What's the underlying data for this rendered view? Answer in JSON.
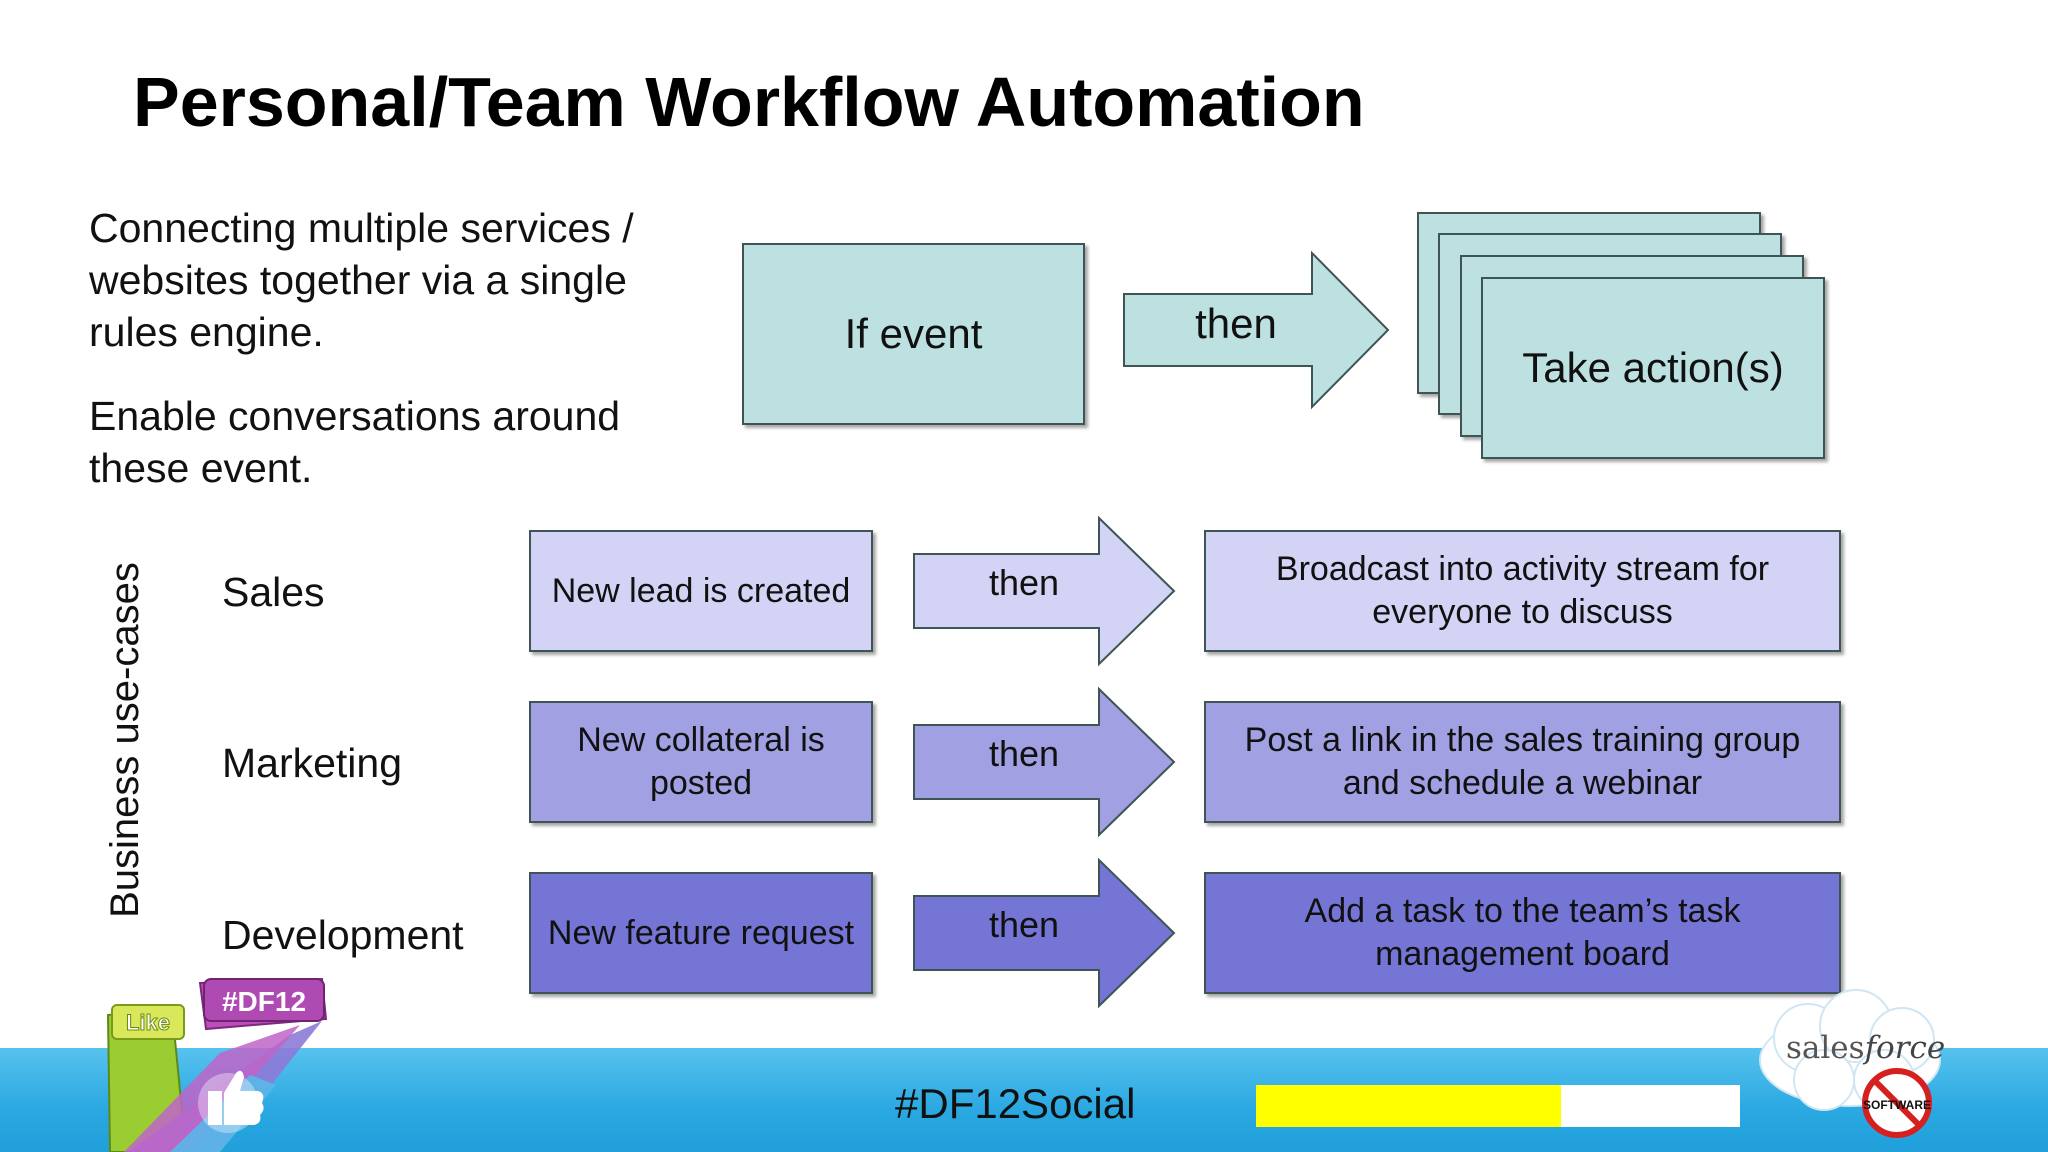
{
  "title": "Personal/Team Workflow Automation",
  "intro": {
    "p1": "Connecting multiple services / websites together via a single rules engine.",
    "p2": "Enable conversations around these event."
  },
  "header_flow": {
    "if_label": "If event",
    "then_label": "then",
    "action_label": "Take action(s)"
  },
  "usecases_label": "Business use-cases",
  "rows": [
    {
      "label": "Sales",
      "trigger": "New lead is created",
      "then": "then",
      "action": "Broadcast into activity stream for everyone to discuss"
    },
    {
      "label": "Marketing",
      "trigger": "New collateral is posted",
      "then": "then",
      "action": "Post a link in the sales training group and schedule a webinar"
    },
    {
      "label": "Development",
      "trigger": "New feature request",
      "then": "then",
      "action": "Add a task to the team’s task management board"
    }
  ],
  "footer": {
    "hashtag": "#DF12Social",
    "progress": 0.63,
    "badge_tag": "#DF12",
    "badge_like": "Like",
    "logo_sales": "sales",
    "logo_force": "force",
    "stamp_text": "SOFTWARE"
  },
  "colors": {
    "teal": "#bde1e1",
    "row1": "#d3d3f5",
    "row2": "#a0a0e3",
    "row3": "#7575d5",
    "bar": "#2aa8e2",
    "progress": "#ffff00"
  }
}
